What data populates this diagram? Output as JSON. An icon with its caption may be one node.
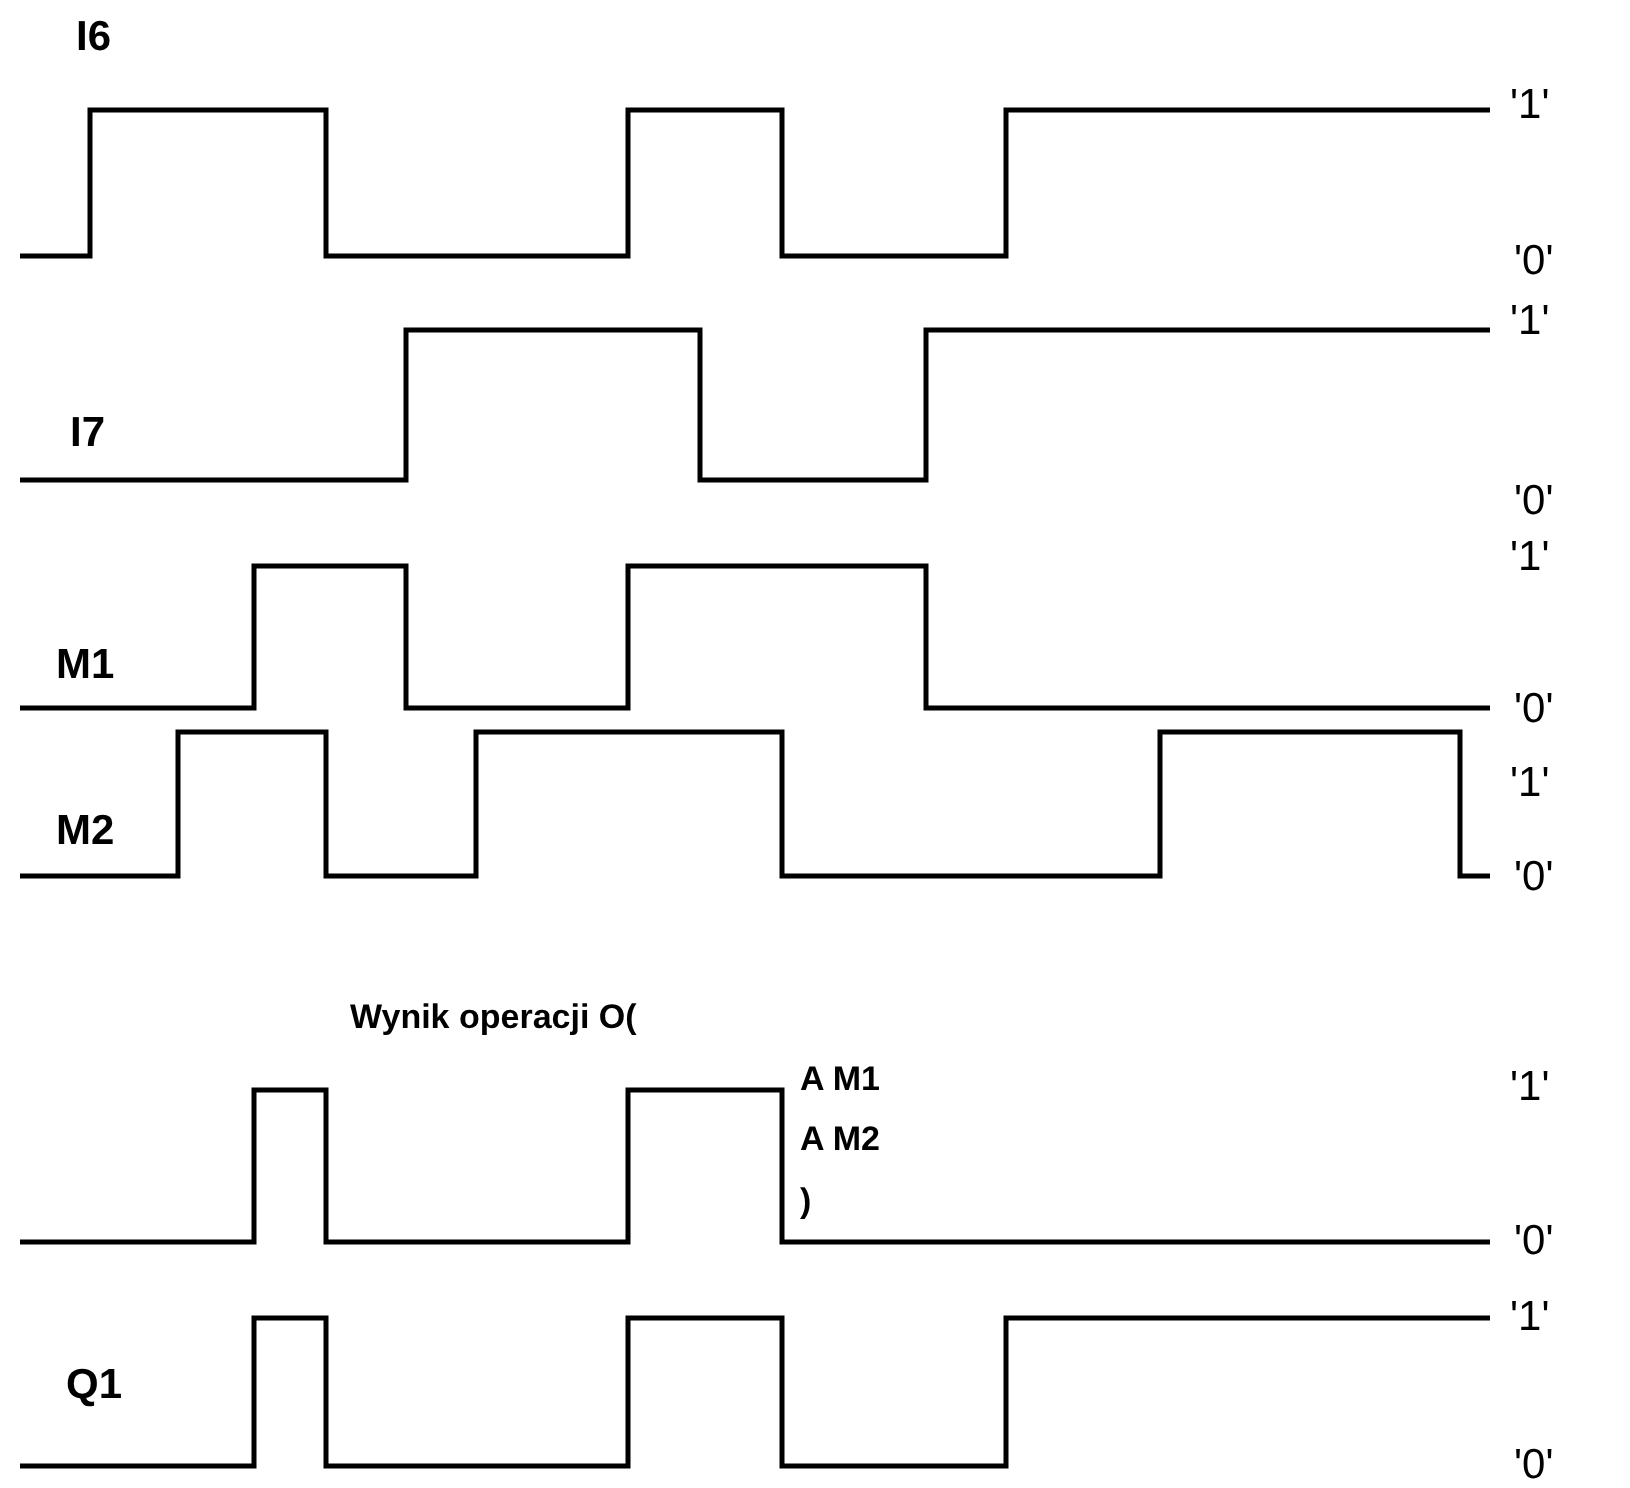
{
  "diagram": {
    "labels": [
      "I6",
      "'1'",
      "'0'",
      "'1'",
      "I7",
      "'0'",
      "'1'",
      "M1",
      "'0'",
      "'1'",
      "M2",
      "'0'",
      "Wynik operacji O(",
      "A M1",
      "'1'",
      "A M2",
      ")",
      "'0'",
      "'1'",
      "Q1",
      "'0'"
    ]
  }
}
